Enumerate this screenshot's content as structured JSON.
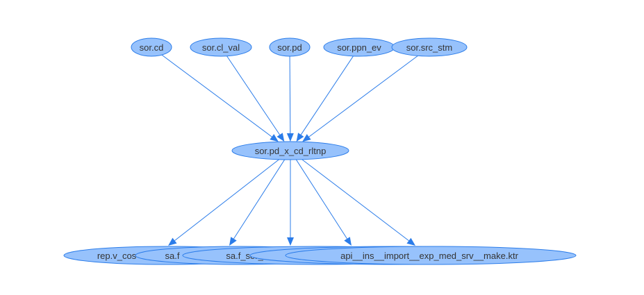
{
  "graph": {
    "colors": {
      "node_fill": "#97c2fc",
      "node_border": "#2b7ce9",
      "edge": "#2b7ce9",
      "label": "#343434",
      "background": "#ffffff"
    },
    "nodes": [
      {
        "id": "n_sor_cd",
        "label": "sor.cd"
      },
      {
        "id": "n_sor_cl_val",
        "label": "sor.cl_val"
      },
      {
        "id": "n_sor_pd",
        "label": "sor.pd"
      },
      {
        "id": "n_sor_ppn_ev",
        "label": "sor.ppn_ev"
      },
      {
        "id": "n_sor_src_stm",
        "label": "sor.src_stm"
      },
      {
        "id": "n_sor_pd_x_cd_rltnp",
        "label": "sor.pd_x_cd_rltnp"
      },
      {
        "id": "n_rep_v_cos",
        "label": "rep.v_cos"
      },
      {
        "id": "n_sa_f",
        "label": "sa.f"
      },
      {
        "id": "n_sa_f_sor_img",
        "label": "sa.f_sor_img_t"
      },
      {
        "id": "n_api",
        "label": ""
      },
      {
        "id": "n_api_ins_import",
        "label": "api__ins__import__exp_med_srv__make.ktr"
      }
    ],
    "edges": [
      {
        "from": "n_sor_cd",
        "to": "n_sor_pd_x_cd_rltnp"
      },
      {
        "from": "n_sor_cl_val",
        "to": "n_sor_pd_x_cd_rltnp"
      },
      {
        "from": "n_sor_pd",
        "to": "n_sor_pd_x_cd_rltnp"
      },
      {
        "from": "n_sor_ppn_ev",
        "to": "n_sor_pd_x_cd_rltnp"
      },
      {
        "from": "n_sor_src_stm",
        "to": "n_sor_pd_x_cd_rltnp"
      },
      {
        "from": "n_sor_pd_x_cd_rltnp",
        "to": "n_rep_v_cos"
      },
      {
        "from": "n_sor_pd_x_cd_rltnp",
        "to": "n_sa_f"
      },
      {
        "from": "n_sor_pd_x_cd_rltnp",
        "to": "n_sa_f_sor_img"
      },
      {
        "from": "n_sor_pd_x_cd_rltnp",
        "to": "n_api"
      },
      {
        "from": "n_sor_pd_x_cd_rltnp",
        "to": "n_api_ins_import"
      }
    ]
  }
}
